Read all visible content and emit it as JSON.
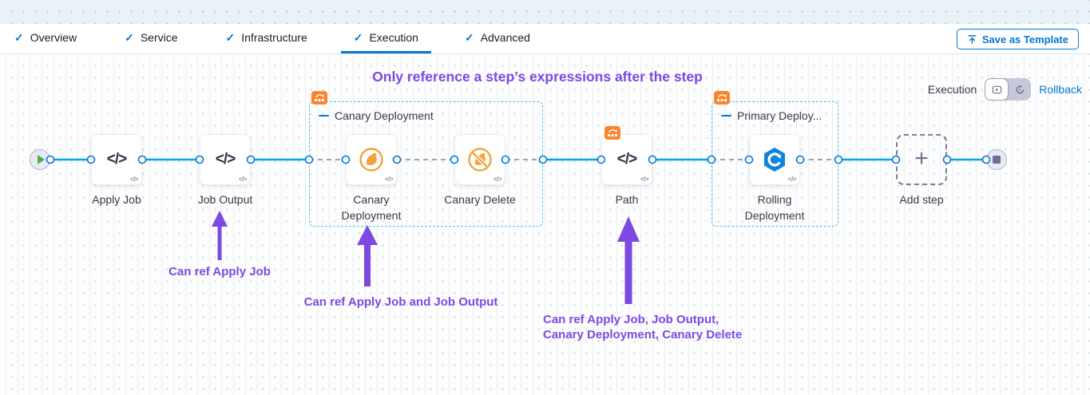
{
  "tab_bar": {
    "tabs": [
      {
        "label": "Overview"
      },
      {
        "label": "Service"
      },
      {
        "label": "Infrastructure"
      },
      {
        "label": "Execution"
      },
      {
        "label": "Advanced"
      }
    ],
    "active_tab": "Execution",
    "save_as_template_label": "Save as Template"
  },
  "canvas": {
    "heading": "Only reference a step’s expressions after the step",
    "mode": {
      "execution_label": "Execution",
      "rollback_label": "Rollback"
    }
  },
  "pipeline": {
    "steps": [
      {
        "label": "Apply Job",
        "icon": "code"
      },
      {
        "label": "Job Output",
        "icon": "code"
      },
      {
        "label": "Canary Deployment",
        "icon": "canary"
      },
      {
        "label": "Canary Delete",
        "icon": "canary-crossed"
      },
      {
        "label": "Path",
        "icon": "code"
      },
      {
        "label": "Rolling Deployment",
        "icon": "rolling-update"
      }
    ],
    "groups": [
      {
        "label": "Canary Deployment"
      },
      {
        "label": "Primary Deploy..."
      }
    ],
    "add_step_label": "Add step",
    "code_glyph": "</>",
    "corner_glyph": "</>",
    "plus_glyph": "+"
  },
  "annotations": {
    "note_job_output": "Can ref Apply Job",
    "note_canary": "Can ref Apply Job and Job Output",
    "note_path_line1": "Can ref Apply Job, Job Output,",
    "note_path_line2": "Canary Deployment, Canary Delete"
  },
  "colors": {
    "accent_blue": "#0278d5",
    "connector_blue": "#00a7e4",
    "annotation_purple": "#7d49e3",
    "badge_orange": "#ff832c",
    "canary_orange": "#f2a33c",
    "rolling_blue": "#0d85dc"
  }
}
